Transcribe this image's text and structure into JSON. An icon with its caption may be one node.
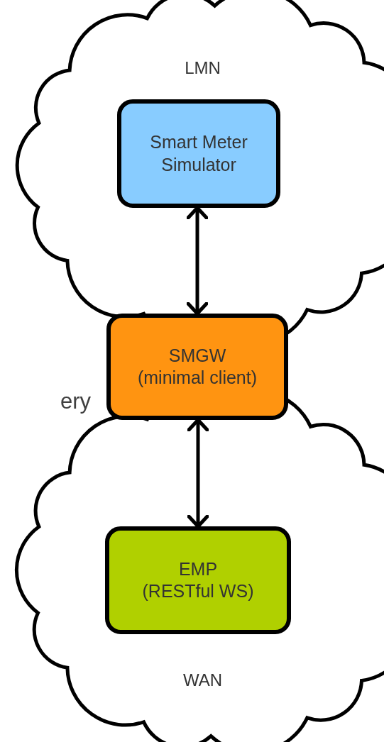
{
  "diagram": {
    "nodes": [
      {
        "text": [
          "LMN"
        ]
      },
      {
        "text": [
          "Smart Meter Simulator"
        ],
        "in": 0
      },
      {
        "text": [
          "SMGW",
          "(minimal client)"
        ]
      },
      {
        "text": [
          "WAN"
        ]
      },
      {
        "text": [
          "EMP",
          "(RESTful WS)"
        ],
        "in": 3
      }
    ],
    "edges": [
      {
        "from": 1,
        "to": 2,
        "arrow": "both"
      },
      {
        "from": 2,
        "to": 4,
        "arrow": "both"
      }
    ],
    "labels": [
      "ery"
    ]
  }
}
